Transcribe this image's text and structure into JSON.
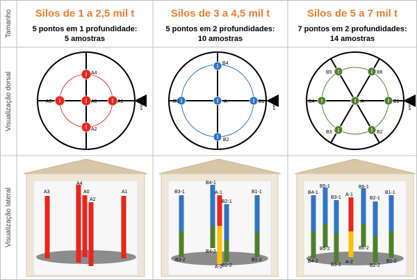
{
  "row_labels": [
    "Tamanho",
    "Visualização dorsal",
    "Visualização lateral"
  ],
  "columns": [
    {
      "title": "Silos de 1 a 2,5 mil t",
      "subtitle_line1": "5 pontos em 1 profundidade:",
      "subtitle_line2": "5 amostras",
      "entry_label": "entrada",
      "dorsal_points": [
        {
          "label": "A4",
          "fill": "#e8261c"
        },
        {
          "label": "A3",
          "fill": "#e8261c"
        },
        {
          "label": "A0",
          "fill": "#e8261c"
        },
        {
          "label": "A1",
          "fill": "#e8261c"
        },
        {
          "label": "A2",
          "fill": "#e8261c"
        }
      ],
      "lateral_labels": [
        "A3",
        "A4",
        "A0",
        "A2",
        "A1"
      ]
    },
    {
      "title": "Silos de 3 a 4,5 mil t",
      "subtitle_line1": "5 pontos em 2 profundidades:",
      "subtitle_line2": "10 amostras",
      "entry_label": "entrada",
      "dorsal_points": [
        {
          "label": "B4",
          "fill": "#2e75c8"
        },
        {
          "label": "B3",
          "fill": "#2e75c8"
        },
        {
          "label": "A",
          "fill": "#2e75c8"
        },
        {
          "label": "B1",
          "fill": "#2e75c8"
        },
        {
          "label": "B2",
          "fill": "#2e75c8"
        }
      ],
      "lateral_top_labels": [
        "B3-1",
        "B4-1",
        "A-1",
        "B2-1",
        "B1-1"
      ],
      "lateral_bottom_labels": [
        "B3-2",
        "B4-2",
        "A-2",
        "B2-2",
        "B1-2"
      ]
    },
    {
      "title": "Silos de 5 a 7 mil t",
      "subtitle_line1": "7 pontos em 2 profundidades:",
      "subtitle_line2": "14 amostras",
      "entry_label": "entrada",
      "dorsal_points": [
        {
          "label": "B5",
          "fill": "#4e7f2e"
        },
        {
          "label": "B6",
          "fill": "#4e7f2e"
        },
        {
          "label": "B4",
          "fill": "#4e7f2e"
        },
        {
          "label": "A",
          "fill": "#4e7f2e"
        },
        {
          "label": "B1",
          "fill": "#4e7f2e"
        },
        {
          "label": "B3",
          "fill": "#4e7f2e"
        },
        {
          "label": "B2",
          "fill": "#4e7f2e"
        }
      ],
      "lateral_top_labels": [
        "B4-1",
        "B5-1",
        "B3-1",
        "A-1",
        "B6-1",
        "B2-1",
        "B1-1"
      ],
      "lateral_bottom_labels": [
        "B4-2",
        "B5-2",
        "B3-2",
        "A-2",
        "B6-2",
        "B2-2",
        "B1-2"
      ]
    }
  ],
  "colors": {
    "title": "#ed7d31",
    "red": "#e8261c",
    "blue": "#2e75c8",
    "green": "#4e7f2e",
    "yellow": "#ffc000",
    "roof": "#d9c6a8",
    "wall": "#e9dcc7",
    "floor": "#7f7f7f"
  }
}
